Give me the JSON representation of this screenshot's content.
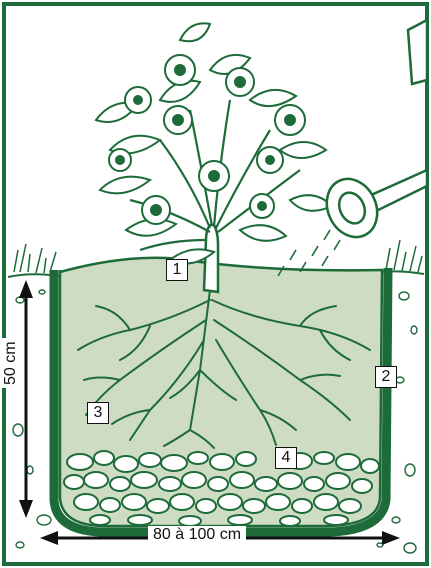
{
  "labels": {
    "plant": "1",
    "wall": "2",
    "soil": "3",
    "drainage": "4"
  },
  "dimensions": {
    "depth": "50 cm",
    "width": "80 à 100 cm"
  },
  "colors": {
    "ink": "#1e6b3a",
    "soil_fill": "#cfdcc4",
    "border": "#1e6b3a",
    "arrow": "#111111"
  }
}
